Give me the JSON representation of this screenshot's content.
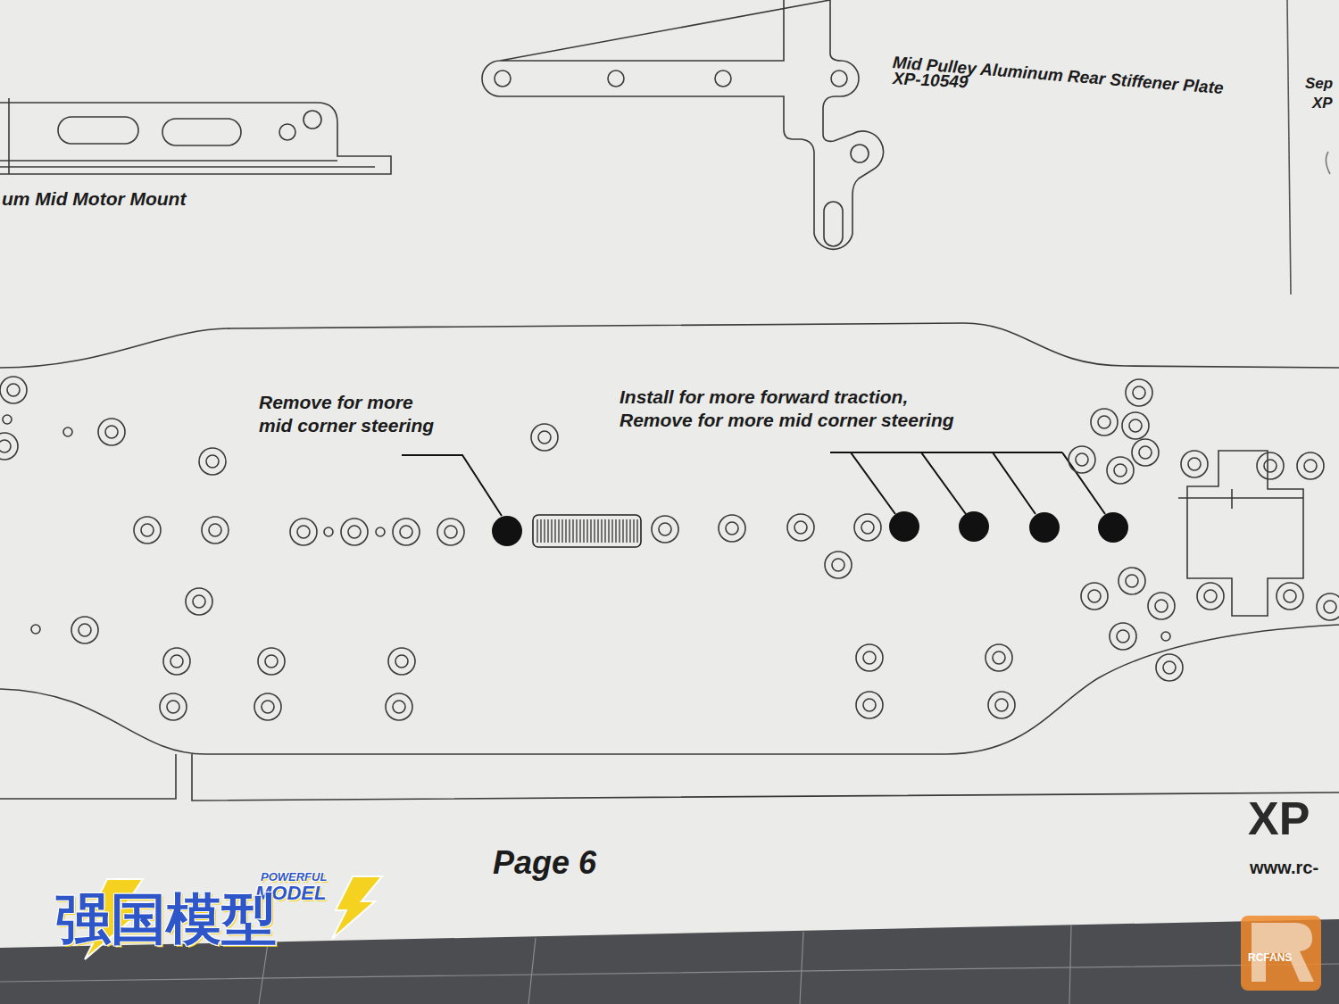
{
  "diagram": {
    "labels": [
      "um Mid Motor Mount",
      "Mid Pulley Aluminum Rear Stiffener Plate",
      "XP-10549",
      "Sep",
      "XP",
      "Remove for more mid corner steering",
      "Install for more forward traction, Remove for more mid corner steering",
      "Page 6",
      "XP",
      "www.rc-",
      "POWERFUL",
      "MODEL",
      "强国模型",
      "RCFANS"
    ]
  }
}
